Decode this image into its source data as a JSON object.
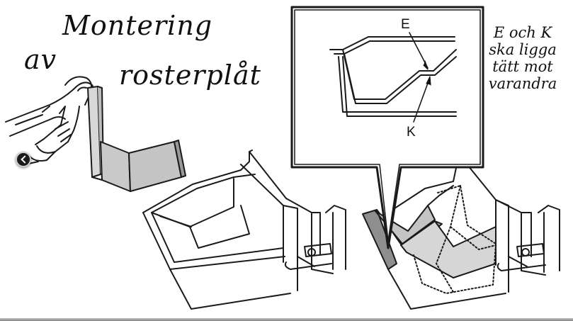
{
  "title": {
    "line1": "Montering",
    "line2": "av",
    "line3": "rosterplåt"
  },
  "note": {
    "line1": "E och K",
    "line2": "ska ligga",
    "line3": "tätt mot",
    "line4": "varandra"
  },
  "inset": {
    "label_e": "E",
    "label_k": "K"
  },
  "colors": {
    "line": "#1a1a1a",
    "plate_fill": "#c9c9c9",
    "plate_dark": "#9a9a9a",
    "background": "#ffffff"
  },
  "icons": {
    "back": "back-arrow-icon"
  }
}
